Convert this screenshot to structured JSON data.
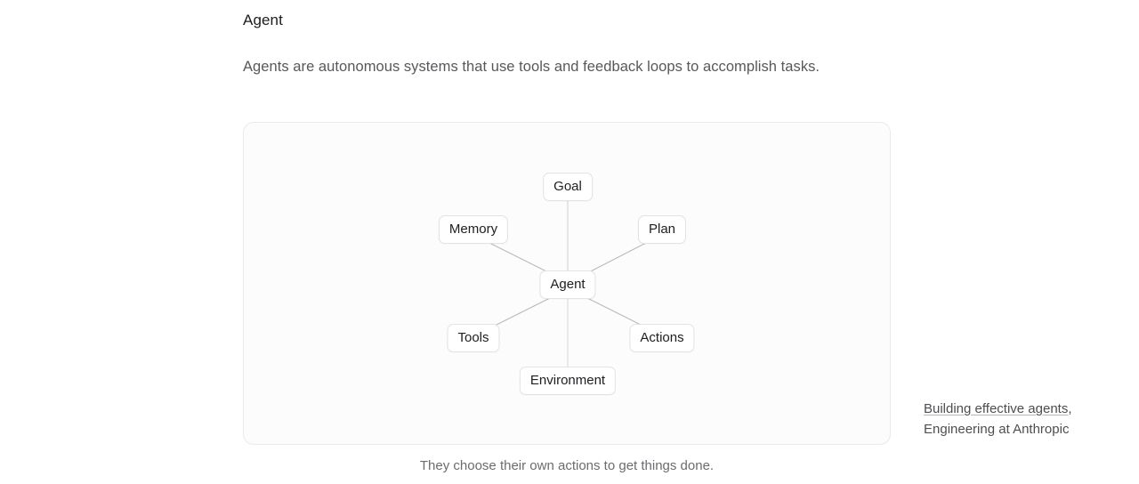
{
  "article": {
    "title": "Agent",
    "paragraph": "Agents are autonomous systems that use tools and feedback loops to accomplish tasks."
  },
  "diagram": {
    "caption": "They choose their own actions to get things done.",
    "center": {
      "id": "agent",
      "label": "Agent"
    },
    "nodes": [
      {
        "id": "goal",
        "label": "Goal"
      },
      {
        "id": "memory",
        "label": "Memory"
      },
      {
        "id": "plan",
        "label": "Plan"
      },
      {
        "id": "tools",
        "label": "Tools"
      },
      {
        "id": "actions",
        "label": "Actions"
      },
      {
        "id": "environment",
        "label": "Environment"
      }
    ],
    "edges": [
      {
        "from": "agent",
        "to": "goal"
      },
      {
        "from": "agent",
        "to": "memory"
      },
      {
        "from": "agent",
        "to": "plan"
      },
      {
        "from": "agent",
        "to": "tools"
      },
      {
        "from": "agent",
        "to": "actions"
      },
      {
        "from": "agent",
        "to": "environment"
      }
    ],
    "colors": {
      "panel_background": "#fcfcfc",
      "panel_border": "#eaeaea",
      "node_background": "#ffffff",
      "node_border": "#e3e3e3",
      "node_text": "#202024",
      "edge_line": "#cfcfd2"
    }
  },
  "citation": {
    "link_text": "Building effective agents",
    "link_suffix": ",",
    "source": "Engineering at Anthropic"
  }
}
